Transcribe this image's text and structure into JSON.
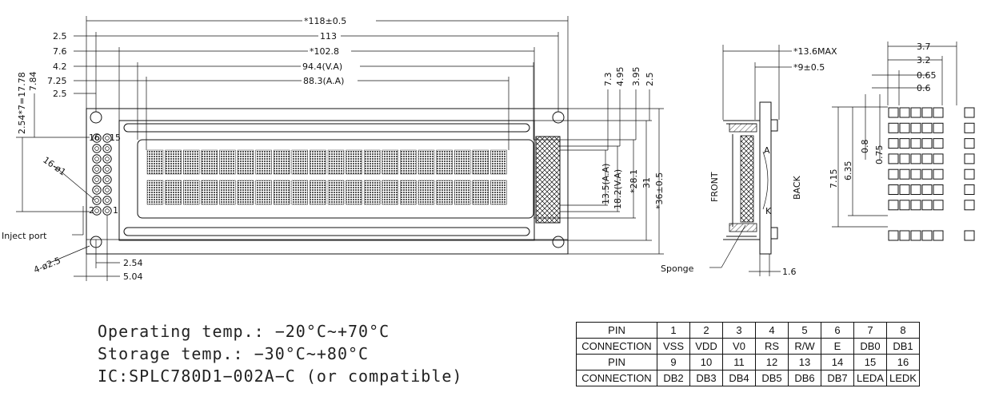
{
  "dimensions": {
    "overall_width": "*118±0.5",
    "hole_pitch": "113",
    "bezel_width": "*102.8",
    "viewing_area_width": "94.4(V.A)",
    "active_area_width": "88.3(A.A)",
    "left_margin_2_5": "2.5",
    "left_7_6": "7.6",
    "left_4_2": "4.2",
    "left_7_25": "7.25",
    "left_2_5_b": "2.5",
    "pin_pitch_total": "2.54*7=17.78",
    "pin_offset": "7.84",
    "pin_hole": "16-ø1",
    "mount_hole": "4-ø2.5",
    "pin_pitch": "2.54",
    "pin_row": "5.04",
    "inject_port": "Inject port",
    "right_7_3": "7.3",
    "right_4_95": "4.95",
    "right_3_95": "3.95",
    "right_2_5": "2.5",
    "active_area_height": "13.5(A.A)",
    "viewing_area_height": "18.2(V.A)",
    "bezel_height": "*28.1",
    "pcb_height": "31",
    "overall_height": "*36±0.5"
  },
  "side_view": {
    "max_thickness": "*13.6MAX",
    "panel_thickness": "*9±0.5",
    "front_label": "FRONT",
    "back_label": "BACK",
    "anode_label": "A",
    "cathode_label": "K",
    "sponge_label": "Sponge",
    "pin_length": "1.6"
  },
  "dot_detail": {
    "char_width": "3.7",
    "char_inner": "3.2",
    "dot_pitch": "0.65",
    "dot_size": "0.6",
    "char_height": "7.15",
    "char_inner_height": "6.35",
    "dot_pitch_v": "0.8",
    "dot_size_v": "0.75"
  },
  "specs": {
    "operating": "Operating temp.: −20°C~+70°C",
    "storage": "Storage temp.: −30°C~+80°C",
    "ic": "IC:SPLC780D1−002A−C (or compatible)"
  },
  "pin_table": {
    "rows": [
      {
        "label": "PIN",
        "cells": [
          "1",
          "2",
          "3",
          "4",
          "5",
          "6",
          "7",
          "8"
        ]
      },
      {
        "label": "CONNECTION",
        "cells": [
          "VSS",
          "VDD",
          "V0",
          "RS",
          "R/W",
          "E",
          "DB0",
          "DB1"
        ]
      },
      {
        "label": "PIN",
        "cells": [
          "9",
          "10",
          "11",
          "12",
          "13",
          "14",
          "15",
          "16"
        ]
      },
      {
        "label": "CONNECTION",
        "cells": [
          "DB2",
          "DB3",
          "DB4",
          "DB5",
          "DB6",
          "DB7",
          "LEDA",
          "LEDK"
        ]
      }
    ]
  }
}
